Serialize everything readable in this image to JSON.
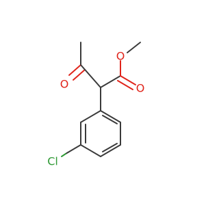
{
  "molecule": {
    "atoms": [
      {
        "id": "o-ester",
        "symbol": "O",
        "color": "#e0241b"
      },
      {
        "id": "o-ketone",
        "symbol": "O",
        "color": "#e0241b"
      },
      {
        "id": "o-carbonyl",
        "symbol": "O",
        "color": "#e0241b"
      },
      {
        "id": "cl",
        "symbol": "Cl",
        "color": "#2f9a35"
      }
    ]
  },
  "colors": {
    "carbon_bond": "#3a3a3a",
    "oxygen": "#e0241b",
    "chlorine": "#2f9a35",
    "background": "#ffffff"
  }
}
